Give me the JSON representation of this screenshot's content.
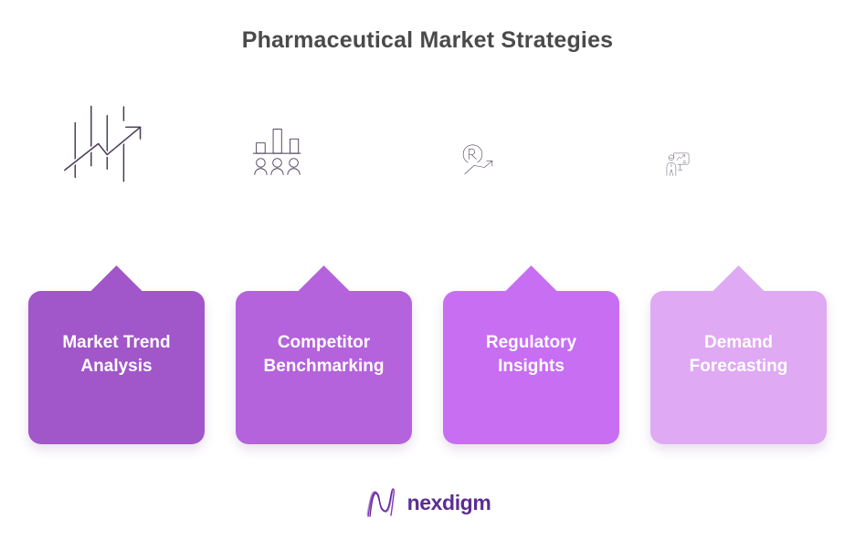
{
  "title": "Pharmaceutical Market Strategies",
  "colors": {
    "page_bg": "#ffffff",
    "title_color": "#4a4a4a",
    "icon_stroke": "#4a3c56",
    "card_text": "#ffffff",
    "logo_text": "#5b2d90",
    "logo_wave_dark": "#5c2b9b",
    "logo_wave_violet": "#8b34c0",
    "logo_wave_echo": "#b3a1c4"
  },
  "cards": [
    {
      "line1": "Market Trend",
      "line2": "Analysis",
      "color": "#a156c9",
      "icon": "trend-chart-icon"
    },
    {
      "line1": "Competitor",
      "line2": "Benchmarking",
      "color": "#b562dd",
      "icon": "bar-chart-people-icon"
    },
    {
      "line1": "Regulatory",
      "line2": "Insights",
      "color": "#c76ef3",
      "icon": "regulatory-r-arrow-icon"
    },
    {
      "line1": "Demand",
      "line2": "Forecasting",
      "color": "#dfa9f3",
      "icon": "presenter-whiteboard-icon"
    }
  ],
  "footer": {
    "brand": "nexdigm"
  }
}
